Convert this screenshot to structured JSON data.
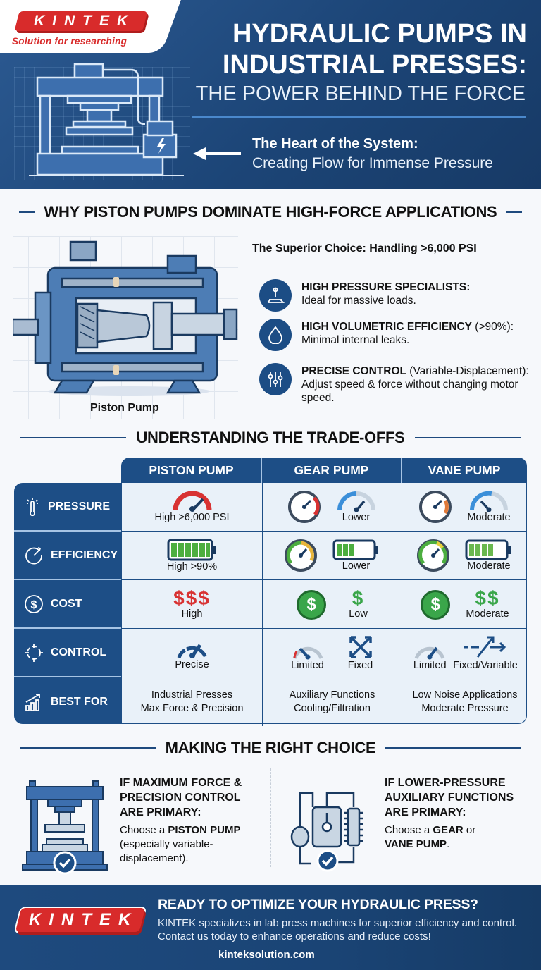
{
  "brand": {
    "logo_text": "KINTEK",
    "tagline": "Solution for researching",
    "color_red": "#d82b2b",
    "color_navy": "#1d4e86"
  },
  "hero": {
    "title_line1": "HYDRAULIC PUMPS IN",
    "title_line2": "INDUSTRIAL PRESSES:",
    "subtitle": "THE POWER BEHIND THE FORCE",
    "heart_title": "The Heart of the System:",
    "heart_sub": "Creating Flow for Immense Pressure",
    "icons": [
      "hydraulic-press-icon",
      "motor-pump-icon",
      "arrow-left-icon"
    ]
  },
  "why": {
    "heading": "WHY PISTON PUMPS DOMINATE HIGH-FORCE APPLICATIONS",
    "image_label": "Piston Pump",
    "superior": "The Superior Choice: Handling >6,000 PSI",
    "features": [
      {
        "icon": "pressure-gauge-icon",
        "bold": "HIGH PRESSURE SPECIALISTS:",
        "paren": "",
        "text": "Ideal for massive loads."
      },
      {
        "icon": "droplet-icon",
        "bold": "HIGH VOLUMETRIC EFFICIENCY",
        "paren": " (>90%):",
        "text": "Minimal internal leaks."
      },
      {
        "icon": "sliders-icon",
        "bold": "PRECISE CONTROL",
        "paren": " (Variable-Displacement):",
        "text": "Adjust speed & force without changing motor speed."
      }
    ]
  },
  "tradeoffs": {
    "heading": "UNDERSTANDING THE TRADE-OFFS",
    "columns": [
      "PISTON PUMP",
      "GEAR PUMP",
      "VANE PUMP"
    ],
    "rows": [
      {
        "label": "PRESSURE",
        "icon": "thermometer-icon",
        "cells": [
          [
            "High >6,000 PSI"
          ],
          [
            "Lower"
          ],
          [
            "Moderate"
          ]
        ]
      },
      {
        "label": "EFFICIENCY",
        "icon": "speedometer-icon",
        "cells": [
          [
            "High >90%"
          ],
          [
            "Lower"
          ],
          [
            "Moderate"
          ]
        ]
      },
      {
        "label": "COST",
        "icon": "dollar-circle-icon",
        "cells": [
          [
            "$$$",
            "High"
          ],
          [
            "$",
            "Low"
          ],
          [
            "$$",
            "Moderate"
          ]
        ]
      },
      {
        "label": "CONTROL",
        "icon": "crosshair-icon",
        "cells": [
          [
            "Precise"
          ],
          [
            "Limited",
            "Fixed"
          ],
          [
            "Limited",
            "Fixed/Variable"
          ]
        ]
      },
      {
        "label": "BEST FOR",
        "icon": "bar-chart-icon",
        "cells": [
          [
            "Industrial Presses",
            "Max Force & Precision"
          ],
          [
            "Auxiliary Functions",
            "Cooling/Filtration"
          ],
          [
            "Low Noise Applications",
            "Moderate Pressure"
          ]
        ]
      }
    ],
    "coin_symbol": "$"
  },
  "choice": {
    "heading": "MAKING THE RIGHT CHOICE",
    "left": {
      "h1": "IF MAXIMUM FORCE &",
      "h2": "PRECISION CONTROL",
      "h3": "ARE PRIMARY:",
      "p_pre": "Choose a ",
      "p_bold": "PISTON PUMP",
      "p_post": "(especially variable-displacement)."
    },
    "right": {
      "h1": "IF LOWER-PRESSURE",
      "h2": "AUXILIARY FUNCTIONS",
      "h3": "ARE PRIMARY:",
      "p_pre": "Choose a ",
      "p_bold1": "GEAR",
      "p_mid": " or",
      "p_bold2": "VANE PUMP",
      "p_post": "."
    }
  },
  "footer": {
    "logo_text": "KINTEK",
    "title": "READY TO OPTIMIZE YOUR HYDRAULIC PRESS?",
    "body": "KINTEK specializes in lab press machines for superior efficiency and control. Contact us today to enhance operations and reduce costs!",
    "url": "kinteksolution.com"
  }
}
